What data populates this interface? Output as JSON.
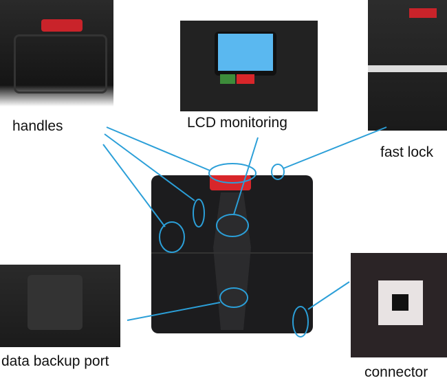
{
  "labels": {
    "handles": "handles",
    "lcd": "LCD monitoring",
    "fast_lock": "fast lock",
    "backup": "data backup port",
    "connector": "connector"
  },
  "colors": {
    "annotation": "#2b9fd8",
    "cabinet": "#1c1c1e",
    "accent": "#d8262a",
    "lcd": "#5ab8f0"
  }
}
